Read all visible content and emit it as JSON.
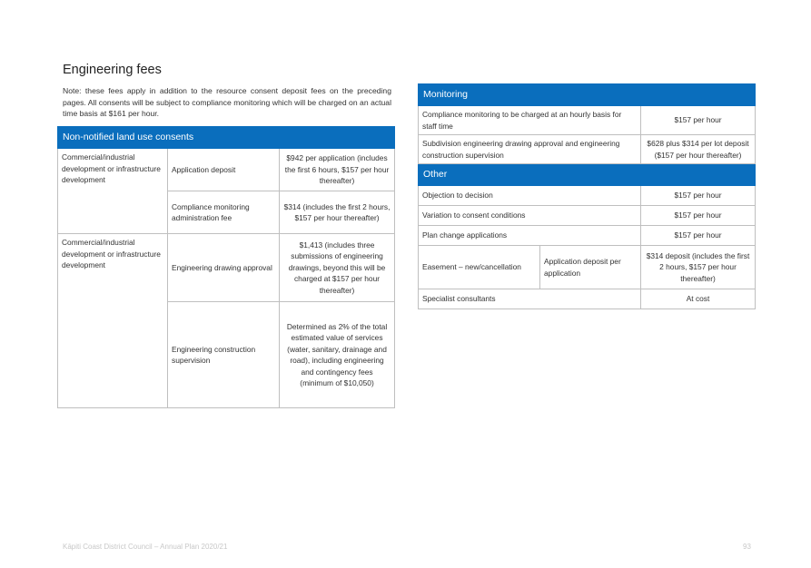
{
  "page": {
    "title": "Engineering fees",
    "intro": "Note: these fees apply in addition to the resource consent deposit fees on the preceding pages.  All consents will be subject to compliance monitoring which will be charged on an actual time basis at $161 per hour."
  },
  "left_table": {
    "header": "Non-notified land use consents",
    "groups": [
      {
        "category": "Commercial/industrial development or infrastructure development",
        "rows": [
          {
            "item": "Application deposit",
            "fee": "$942 per application (includes the first 6 hours, $157 per hour thereafter)"
          },
          {
            "item": "Compliance monitoring administration fee",
            "fee": "$314 (includes the first 2 hours, $157 per hour thereafter)"
          }
        ]
      },
      {
        "category": "Commercial/industrial development or infrastructure development",
        "rows": [
          {
            "item": "Engineering drawing approval",
            "fee": "$1,413 (includes three submissions of engineering drawings, beyond this will be charged at $157 per hour thereafter)"
          },
          {
            "item": "Engineering construction supervision",
            "fee": "Determined as 2% of the total estimated value of services (water, sanitary, drainage and road), including engineering and contingency fees (minimum of $10,050)"
          }
        ]
      }
    ]
  },
  "right_table": {
    "monitoring_header": "Monitoring",
    "monitoring_rows": [
      {
        "item": "Compliance monitoring to be charged at an hourly basis for staff time",
        "fee": "$157 per hour"
      },
      {
        "item": "Subdivision engineering drawing approval and engineering construction supervision",
        "fee": "$628 plus $314 per lot deposit ($157 per hour thereafter)"
      }
    ],
    "other_header": "Other",
    "other_rows": [
      {
        "item": "Objection to decision",
        "fee": "$157 per hour"
      },
      {
        "item": "Variation to consent conditions",
        "fee": "$157 per hour"
      },
      {
        "item": "Plan change applications",
        "fee": "$157 per hour"
      }
    ],
    "easement": {
      "category": "Easement – new/cancellation",
      "item": "Application deposit per application",
      "fee": "$314 deposit (includes the first 2 hours, $157 per hour thereafter)"
    },
    "specialist": {
      "item": "Specialist consultants",
      "fee": "At cost"
    }
  },
  "footer": {
    "left": "Kāpiti Coast District Council – Annual Plan 2020/21",
    "page_number": "93"
  }
}
